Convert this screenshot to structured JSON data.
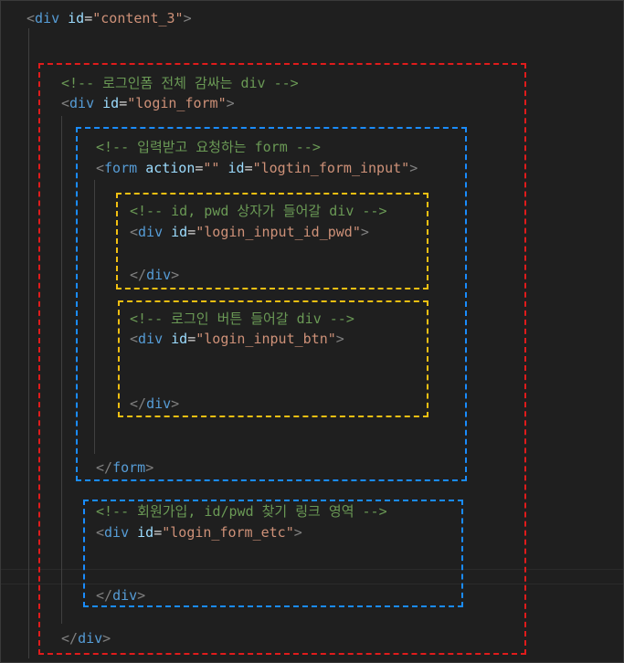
{
  "code": {
    "line_content3": {
      "open": "<",
      "tag": "div",
      "attr": "id",
      "eq": "=",
      "val": "\"content_3\"",
      "close": ">"
    },
    "comment_login_wrap": "<!-- 로그인폼 전체 감싸는 div -->",
    "line_login_form": {
      "open": "<",
      "tag": "div",
      "attr": "id",
      "eq": "=",
      "val": "\"login_form\"",
      "close": ">"
    },
    "comment_form": "<!-- 입력받고 요청하는 form -->",
    "line_form": {
      "open": "<",
      "tag": "form",
      "attr1": "action",
      "eq1": "=",
      "val1": "\"\"",
      "attr2": "id",
      "eq2": "=",
      "val2": "\"logtin_form_input\"",
      "close": ">"
    },
    "comment_id_pwd": "<!-- id, pwd 상자가 들어갈 div -->",
    "line_id_pwd": {
      "open": "<",
      "tag": "div",
      "attr": "id",
      "eq": "=",
      "val": "\"login_input_id_pwd\"",
      "close": ">"
    },
    "close_id_pwd": {
      "open": "</",
      "tag": "div",
      "close": ">"
    },
    "comment_btn": "<!-- 로그인 버튼 들어갈 div -->",
    "line_btn": {
      "open": "<",
      "tag": "div",
      "attr": "id",
      "eq": "=",
      "val": "\"login_input_btn\"",
      "close": ">"
    },
    "close_btn": {
      "open": "</",
      "tag": "div",
      "close": ">"
    },
    "close_form": {
      "open": "</",
      "tag": "form",
      "close": ">"
    },
    "comment_etc": "<!-- 회원가입, id/pwd 찾기 링크 영역 -->",
    "line_etc": {
      "open": "<",
      "tag": "div",
      "attr": "id",
      "eq": "=",
      "val": "\"login_form_etc\"",
      "close": ">"
    },
    "close_etc": {
      "open": "</",
      "tag": "div",
      "close": ">"
    },
    "close_login_form": {
      "open": "</",
      "tag": "div",
      "close": ">"
    }
  },
  "colors": {
    "background": "#1f1f1f",
    "comment": "#6a9955",
    "tag": "#569cd6",
    "attribute": "#9cdcfe",
    "string": "#ce9178",
    "punctuation": "#808080",
    "box_red": "#e01b1b",
    "box_blue": "#1a8cff",
    "box_yellow": "#f2c012"
  }
}
